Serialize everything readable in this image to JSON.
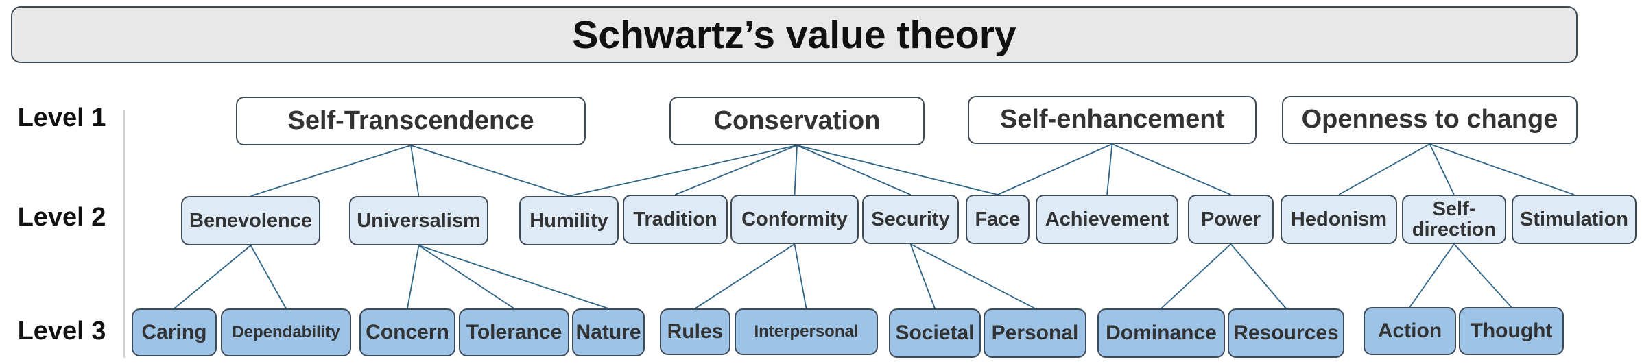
{
  "title": "Schwartz’s value theory",
  "levels": [
    "Level 1",
    "Level 2",
    "Level 3"
  ],
  "level1": [
    {
      "id": "self-transcendence",
      "label": "Self-Transcendence"
    },
    {
      "id": "conservation",
      "label": "Conservation"
    },
    {
      "id": "self-enhancement",
      "label": "Self-enhancement"
    },
    {
      "id": "openness-to-change",
      "label": "Openness to change"
    }
  ],
  "level2": [
    {
      "id": "benevolence",
      "label": "Benevolence"
    },
    {
      "id": "universalism",
      "label": "Universalism"
    },
    {
      "id": "humility",
      "label": "Humility"
    },
    {
      "id": "tradition",
      "label": "Tradition"
    },
    {
      "id": "conformity",
      "label": "Conformity"
    },
    {
      "id": "security",
      "label": "Security"
    },
    {
      "id": "face",
      "label": "Face"
    },
    {
      "id": "achievement",
      "label": "Achievement"
    },
    {
      "id": "power",
      "label": "Power"
    },
    {
      "id": "hedonism",
      "label": "Hedonism"
    },
    {
      "id": "self-direction",
      "label": "Self-direction"
    },
    {
      "id": "stimulation",
      "label": "Stimulation"
    }
  ],
  "level3": [
    {
      "id": "caring",
      "label": "Caring"
    },
    {
      "id": "dependability",
      "label": "Dependability"
    },
    {
      "id": "concern",
      "label": "Concern"
    },
    {
      "id": "tolerance",
      "label": "Tolerance"
    },
    {
      "id": "nature",
      "label": "Nature"
    },
    {
      "id": "rules",
      "label": "Rules"
    },
    {
      "id": "interpersonal",
      "label": "Interpersonal"
    },
    {
      "id": "societal",
      "label": "Societal"
    },
    {
      "id": "personal",
      "label": "Personal"
    },
    {
      "id": "dominance",
      "label": "Dominance"
    },
    {
      "id": "resources",
      "label": "Resources"
    },
    {
      "id": "action",
      "label": "Action"
    },
    {
      "id": "thought",
      "label": "Thought"
    }
  ],
  "edges": [
    [
      "self-transcendence",
      "benevolence"
    ],
    [
      "self-transcendence",
      "universalism"
    ],
    [
      "self-transcendence",
      "humility"
    ],
    [
      "conservation",
      "humility"
    ],
    [
      "conservation",
      "tradition"
    ],
    [
      "conservation",
      "conformity"
    ],
    [
      "conservation",
      "security"
    ],
    [
      "conservation",
      "face"
    ],
    [
      "self-enhancement",
      "face"
    ],
    [
      "self-enhancement",
      "achievement"
    ],
    [
      "self-enhancement",
      "power"
    ],
    [
      "openness-to-change",
      "hedonism"
    ],
    [
      "openness-to-change",
      "self-direction"
    ],
    [
      "openness-to-change",
      "stimulation"
    ],
    [
      "benevolence",
      "caring"
    ],
    [
      "benevolence",
      "dependability"
    ],
    [
      "universalism",
      "concern"
    ],
    [
      "universalism",
      "tolerance"
    ],
    [
      "universalism",
      "nature"
    ],
    [
      "conformity",
      "rules"
    ],
    [
      "conformity",
      "interpersonal"
    ],
    [
      "security",
      "societal"
    ],
    [
      "security",
      "personal"
    ],
    [
      "power",
      "dominance"
    ],
    [
      "power",
      "resources"
    ],
    [
      "self-direction",
      "action"
    ],
    [
      "self-direction",
      "thought"
    ]
  ],
  "colors": {
    "edge": "#2e6487",
    "level1_fill": "#ffffff",
    "level2_fill": "#deebf7",
    "level3_fill": "#9dc3e6",
    "title_fill": "#e8e8e8"
  }
}
